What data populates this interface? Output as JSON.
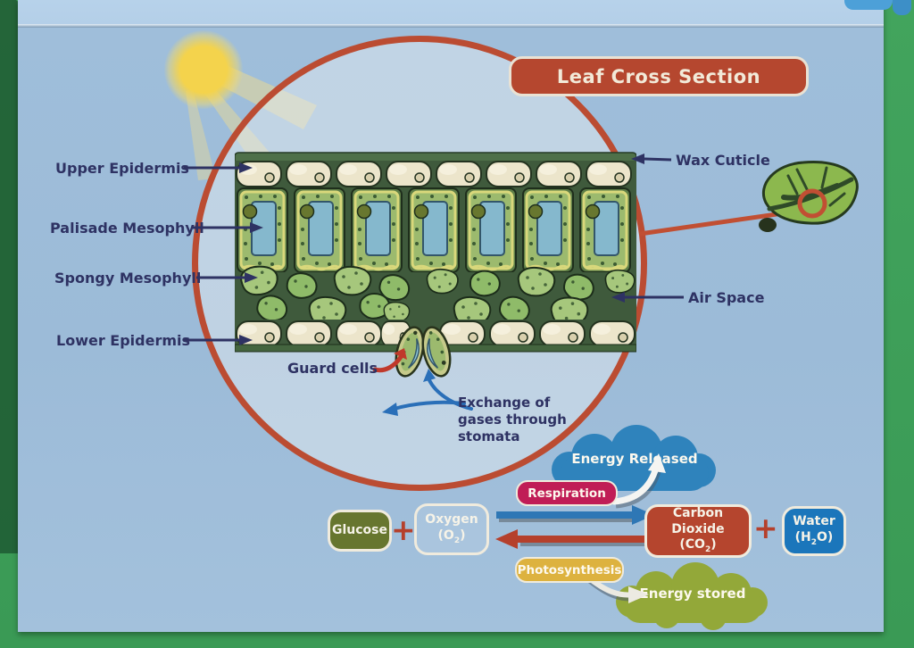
{
  "poster": {
    "title": "Leaf Cross Section",
    "labels": {
      "left": [
        "Upper Epidermis",
        "Palisade Mesophyll",
        "Spongy Mesophyll",
        "Lower Epidermis"
      ],
      "right": [
        "Wax Cuticle",
        "Air Space"
      ],
      "guard_cells": "Guard cells",
      "stomata_lines": [
        "Exchange of",
        "gases through",
        "stomata"
      ]
    },
    "equation": {
      "plus": "+",
      "glucose": "Glucose",
      "oxygen": {
        "name": "Oxygen",
        "pre": "(O",
        "sub": "2",
        "post": ")"
      },
      "carbon_dioxide": {
        "name": "Carbon Dioxide",
        "pre": "(CO",
        "sub": "2",
        "post": ")"
      },
      "water": {
        "name": "Water",
        "pre": "(H",
        "sub": "2",
        "post": "O)"
      },
      "respiration": "Respiration",
      "photosynthesis": "Photosynthesis",
      "energy_released": "Energy Released",
      "energy_stored": "Energy stored"
    },
    "colors": {
      "accent_red": "#b5472f",
      "navy": "#2e3263",
      "glucose_green": "#67762f",
      "water_blue": "#1b76bb",
      "respiration_magenta": "#c01d56",
      "photosynthesis_yellow": "#ddb23f",
      "cloud_blue": "#2f83bc",
      "cloud_olive": "#93a839",
      "page_blue": "#9cbbd8",
      "background_green": "#42a45d",
      "arrow_blue": "#2e77b5",
      "arrow_red": "#b5402c"
    }
  }
}
